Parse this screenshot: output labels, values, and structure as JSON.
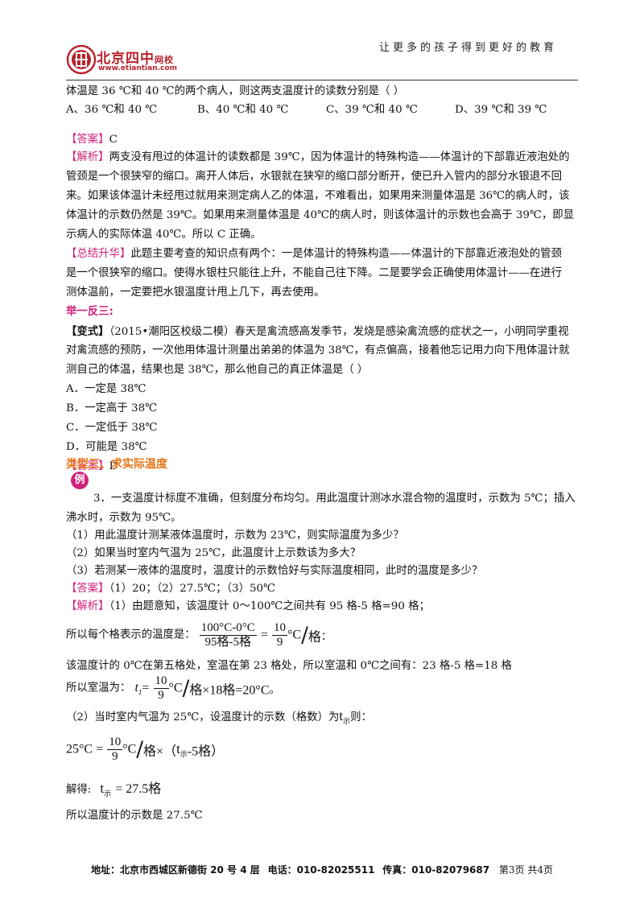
{
  "header": {
    "slogan": "让更多的孩子得到更好的教育",
    "logo_name": "北京四中",
    "logo_suffix": "网校",
    "logo_url": "www.etiantian.com"
  },
  "q_stem_tail": "体温是 36 ℃和 40 ℃的两个病人，则这两支温度计的读数分别是（      ）",
  "q_options": [
    "A、36 ℃和 40 ℃",
    "B、40 ℃和 40 ℃",
    "C、39 ℃和 40 ℃",
    "D、39 ℃和 39 ℃"
  ],
  "answer1": {
    "tag": "【答案】",
    "text": "C"
  },
  "analysis1": {
    "tag": "【解析】",
    "lines": [
      "两支没有甩过的体温计的读数都是 39℃，因为体温计的特殊构造——体温计的下部靠近液泡处的",
      "管颈是一个很狭窄的缩口。离开人体后，水银就在狭窄的缩口部分断开，使已升入管内的部分水银退不回",
      "来。如果该体温计未经甩过就用来测定病人乙的体温，不难看出，如果用来测量体温是 36℃的病人时，该",
      "体温计的示数仍然是 39℃。如果用来测量体温是 40℃的病人时，则该体温计的示数也会高于 39℃，即显",
      "示病人的实际体温 40℃。所以 C 正确。"
    ]
  },
  "summary": {
    "tag": "【总结升华】",
    "lines": [
      "此题主要考查的知识点有两个：一是体温计的特殊构造——体温计的下部靠近液泡处的管颈",
      "是一个很狭窄的缩口。使得水银柱只能往上升，不能自己往下降。二是要学会正确使用体温计——在进行",
      "测体温前，一定要把水银温度计甩上几下，再去使用。"
    ]
  },
  "variant": {
    "heading": "举一反三:",
    "tag": "【变式】",
    "lines": [
      "（2015•潮阳区校级二模）春天是禽流感高发季节，发烧是感染禽流感的症状之一，小明同学重视",
      "对禽流感的预防，一次他用体温计测量出弟弟的体温为 38℃，有点偏高，接着他忘记用力向下甩体温计就",
      "测自己的体温，结果也是 38℃，那么他自己的真正体温是（       ）"
    ],
    "options": [
      "A．一定是 38℃",
      "B．一定高于 38℃",
      "C．一定低于 38℃",
      "D．可能是 38℃"
    ],
    "answer_tag": "【答案】",
    "answer": "D"
  },
  "section3": {
    "title": "类型三、求实际温度",
    "badge": "例",
    "stem": [
      "3．一支温度计标度不准确，但刻度分布均匀。用此温度计测冰水混合物的温度时，示数为 5℃；插入",
      "沸水时，示数为 95℃。"
    ],
    "questions": [
      "（1）用此温度计测某液体温度时，示数为 23℃，则实际温度为多少？",
      "（2）如果当时室内气温为 25℃，此温度计上示数该为多大？",
      "（3）若测某一液体的温度时，温度计的示数恰好与实际温度相同，此时的温度是多少？"
    ],
    "answer_tag": "【答案】",
    "answer": "（1）20；（2）27.5℃；（3）50℃",
    "analysis_tag": "【解析】",
    "analysis_first": "（1）由题意知，该温度计 0～100℃之间共有 95 格-5 格=90 格；",
    "line_per_grid_prefix": "所以每个格表示的温度是：",
    "frac1_num": "100°C-0°C",
    "frac1_den": "95格-5格",
    "frac_ten": "10",
    "frac_nine": "9",
    "unit_c": "°C",
    "unit_grid": "格",
    "colon": "：",
    "line_zero": "该温度计的 0℃在第五格处，室温在第 23 格处，所以室温和 0℃之间有：23 格-5 格=18 格",
    "line_room_prefix": "所以室温为：",
    "t1_label": "t",
    "t1_sub": "1",
    "equals": "=",
    "room_tail": "×18格=20°C",
    "period": "。",
    "line_part2": "（2）当时室内气温为 25℃，设温度计的示数（格数）为",
    "t_show_label": "t",
    "t_show_sub": "示",
    "then_text": "则：",
    "eq_left": "25°C =",
    "eq_mult": "×（",
    "eq_tail": "-5格）",
    "solve_label": "解得:",
    "solve_tail": "= 27.5格",
    "final_line": "所以温度计的示数是 27.5℃"
  },
  "footer": {
    "address_label": "地址：",
    "address": "北京市西城区新德街 20 号 4 层",
    "phone_label": "电话：",
    "phone": "010-82025511",
    "fax_label": "传真：",
    "fax": "010-82079687",
    "page": "第3页  共4页"
  },
  "colors": {
    "accent_pink": "#d2227c",
    "accent_orange": "#e8761a",
    "logo_red": "#b8222c"
  }
}
